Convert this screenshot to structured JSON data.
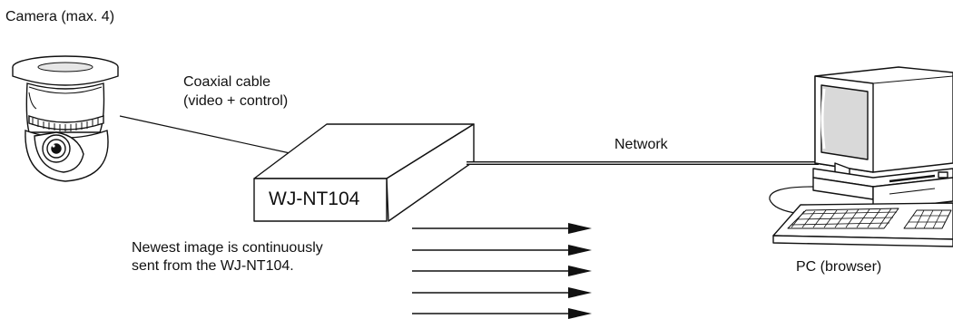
{
  "labels": {
    "camera": "Camera (max. 4)",
    "cable_line1": "Coaxial cable",
    "cable_line2": "(video + control)",
    "device": "WJ-NT104",
    "network": "Network",
    "note_line1": "Newest image is continuously",
    "note_line2": "sent from the WJ-NT104.",
    "pc": "PC (browser)"
  },
  "icons": {
    "camera": "dome-camera-icon",
    "device": "network-encoder-box-icon",
    "pc": "desktop-computer-icon",
    "arrow": "arrow-right-icon"
  },
  "colors": {
    "ink": "#111111",
    "fill": "#ffffff",
    "shade": "#d9d9d9"
  }
}
